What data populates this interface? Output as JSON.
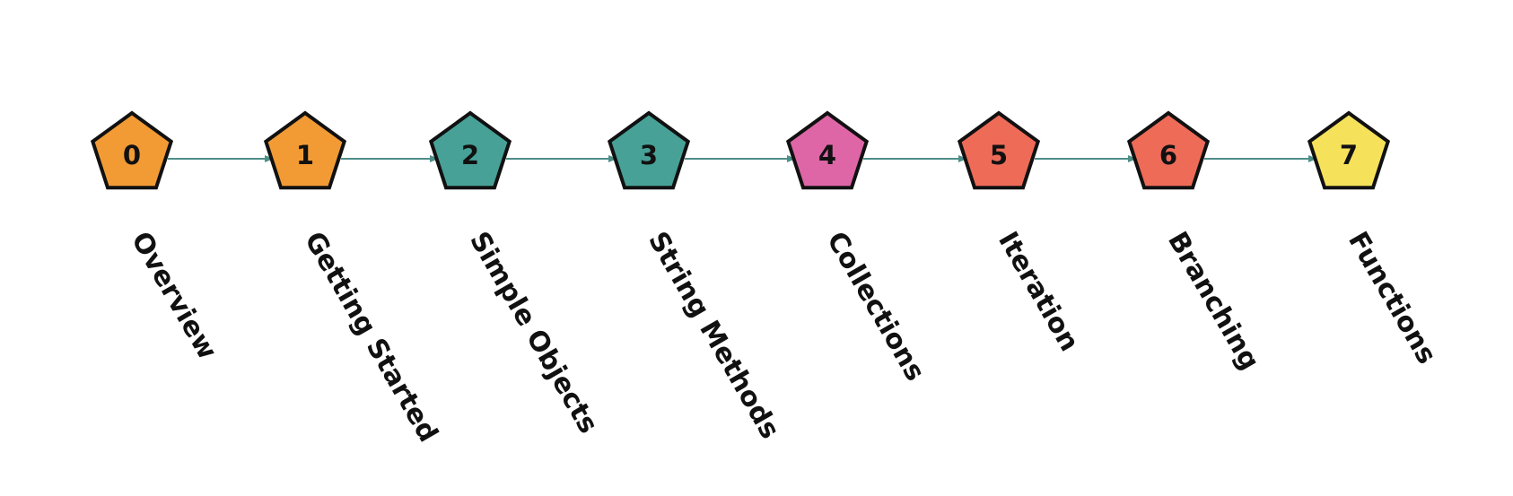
{
  "steps": [
    {
      "number": "0",
      "label": "Overview",
      "color": "#F29B35"
    },
    {
      "number": "1",
      "label": "Getting Started",
      "color": "#F29B35"
    },
    {
      "number": "2",
      "label": "Simple Objects",
      "color": "#47A197"
    },
    {
      "number": "3",
      "label": "String Methods",
      "color": "#47A197"
    },
    {
      "number": "4",
      "label": "Collections",
      "color": "#DE66A7"
    },
    {
      "number": "5",
      "label": "Iteration",
      "color": "#EE6B58"
    },
    {
      "number": "6",
      "label": "Branching",
      "color": "#EE6B58"
    },
    {
      "number": "7",
      "label": "Functions",
      "color": "#F6E25A"
    }
  ],
  "colors": {
    "connector": "#4E8E88",
    "outline": "#111111"
  }
}
